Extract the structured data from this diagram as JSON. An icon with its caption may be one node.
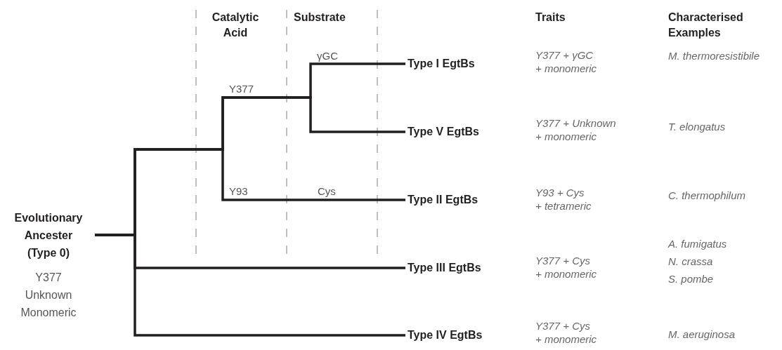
{
  "diagram": {
    "nodes": [
      {
        "text": [
          "Evolutionary Ancester (Type 0)",
          "Y377 Unknown Monomeric"
        ]
      },
      {
        "text": [
          "Type I EgtBs"
        ]
      },
      {
        "text": [
          "Type V EgtBs"
        ]
      },
      {
        "text": [
          "Type II EgtBs"
        ]
      },
      {
        "text": [
          "Type III EgtBs"
        ]
      },
      {
        "text": [
          "Type IV EgtBs"
        ]
      }
    ],
    "edges": [
      {
        "from": 0,
        "to": 1,
        "arrow": "none"
      },
      {
        "from": 0,
        "to": 2,
        "arrow": "none"
      },
      {
        "from": 0,
        "to": 3,
        "arrow": "none"
      },
      {
        "from": 0,
        "to": 4,
        "arrow": "none"
      },
      {
        "from": 0,
        "to": 5,
        "arrow": "none"
      }
    ],
    "labels": [
      "Catalytic Acid",
      "Substrate",
      "Traits",
      "Characterised Examples",
      "γGC",
      "Y377",
      "Y93",
      "Cys",
      "Y377 + γGC + monomeric",
      "M. thermoresistibile",
      "Y377 + Unknown + monomeric",
      "T. elongatus",
      "Y93 + Cys + tetrameric",
      "C. thermophilum",
      "Y377 + Cys + monomeric",
      "A. fumigatus",
      "N. crassa",
      "S. pombe",
      "Y377 + Cys + monomeric",
      "M. aeruginosa"
    ]
  }
}
